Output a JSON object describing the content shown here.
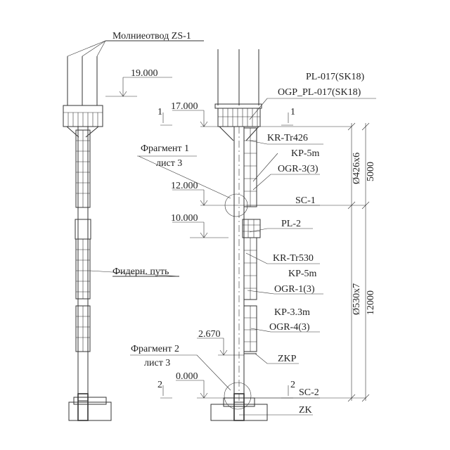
{
  "left_labels": {
    "lightning_rod": "Молниеотвод ZS-1",
    "fragment1": "Фрагмент 1",
    "sheet1": "лист 3",
    "feeder_path": "Фидерн. путь",
    "fragment2": "Фрагмент 2",
    "sheet2": "лист 3"
  },
  "levels": {
    "l19": "19.000",
    "l17": "17.000",
    "l12": "12.000",
    "l10": "10.000",
    "l2670": "2.670",
    "l0": "0.000"
  },
  "sections": {
    "s1": "1",
    "s2": "2"
  },
  "callouts": {
    "pl017": "PL-017(SK18)",
    "ogp": "OGP_PL-017(SK18)",
    "krtr426": "KR-Tr426",
    "kp5m_a": "KP-5m",
    "ogr3": "OGR-3(3)",
    "sc1": "SC-1",
    "pl2": "PL-2",
    "krtr530": "KR-Tr530",
    "kp5m_b": "KP-5m",
    "ogr1": "OGR-1(3)",
    "kp33": "KP-3.3m",
    "ogr4": "OGR-4(3)",
    "zkp": "ZKP",
    "sc2": "SC-2",
    "zk": "ZK"
  },
  "dimensions": {
    "pipe_top": "Ø426x6",
    "len_top": "5000",
    "pipe_bottom": "Ø530x7",
    "len_bottom": "12000"
  }
}
